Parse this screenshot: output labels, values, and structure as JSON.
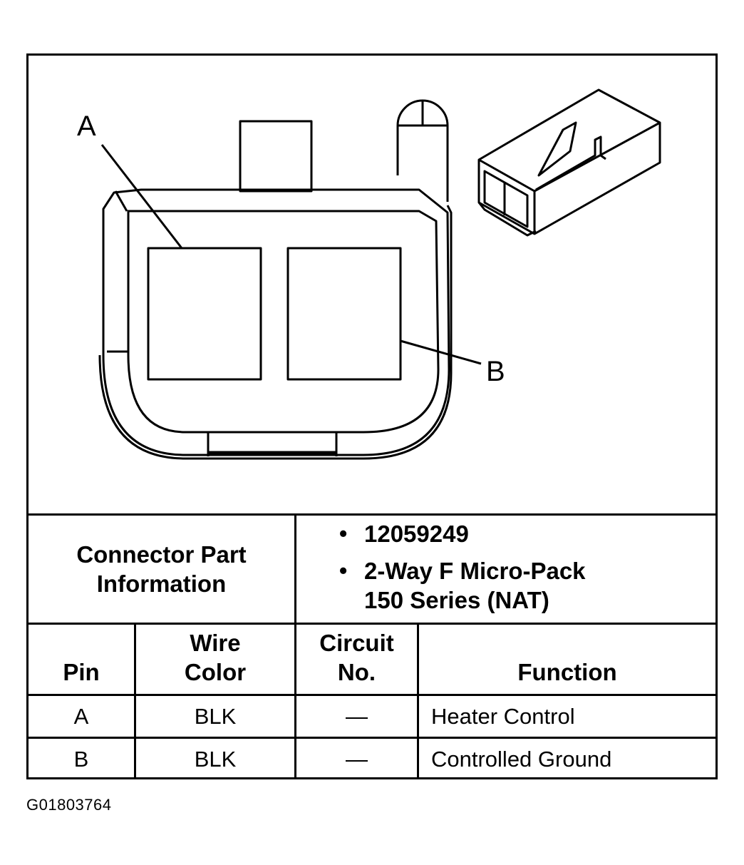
{
  "callouts": {
    "a": "A",
    "b": "B"
  },
  "connector_info": {
    "label_line1": "Connector Part",
    "label_line2": "Information",
    "part_number": "12059249",
    "description_line1": "2-Way F Micro-Pack",
    "description_line2": "150 Series (NAT)"
  },
  "table": {
    "headers": {
      "pin": "Pin",
      "wire_line1": "Wire",
      "wire_line2": "Color",
      "circuit_line1": "Circuit",
      "circuit_line2": "No.",
      "function": "Function"
    },
    "rows": [
      {
        "pin": "A",
        "wire_color": "BLK",
        "circuit": "—",
        "function": "Heater Control"
      },
      {
        "pin": "B",
        "wire_color": "BLK",
        "circuit": "—",
        "function": "Controlled Ground"
      }
    ]
  },
  "figure_id": "G01803764"
}
